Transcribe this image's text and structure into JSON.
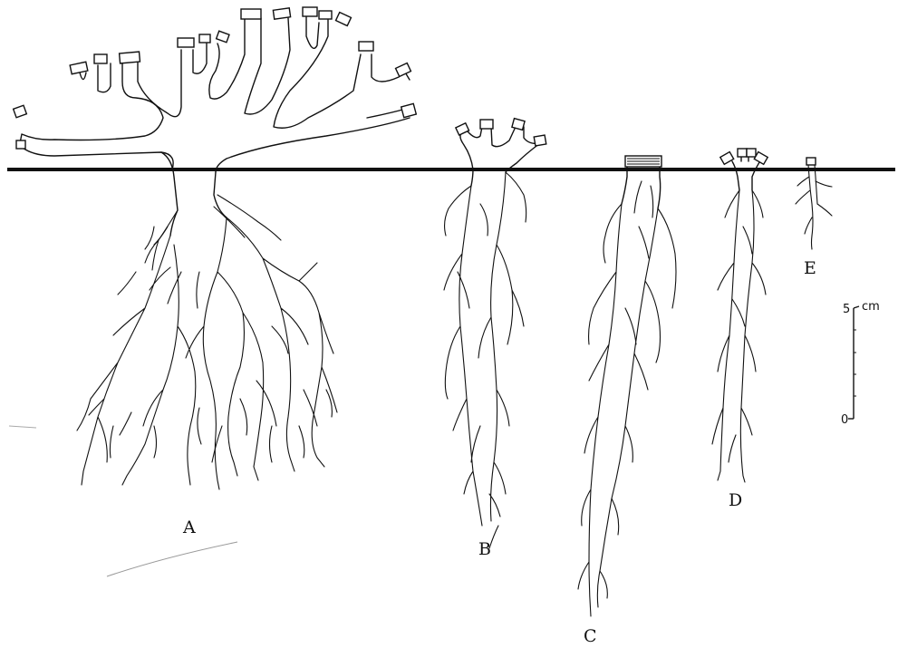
{
  "figure": {
    "plants": [
      {
        "id": "A",
        "label": "A"
      },
      {
        "id": "B",
        "label": "B"
      },
      {
        "id": "C",
        "label": "C"
      },
      {
        "id": "D",
        "label": "D"
      },
      {
        "id": "E",
        "label": "E"
      }
    ],
    "scale_bar": {
      "unit": "cm",
      "top_value": "5",
      "bottom_value": "0"
    }
  }
}
